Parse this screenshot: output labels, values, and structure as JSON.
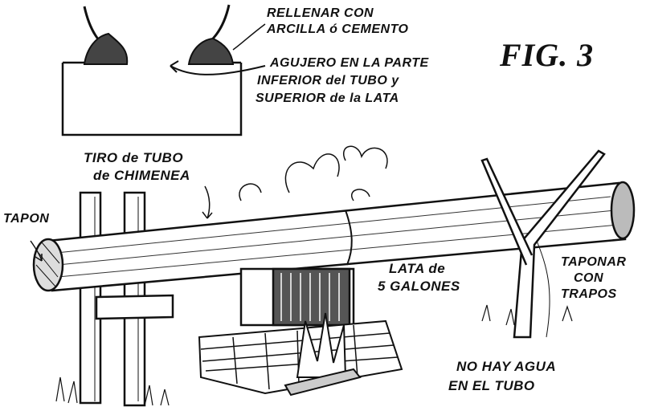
{
  "figure": {
    "title": "FIG. 3"
  },
  "labels": {
    "rellenar_line1": "RELLENAR CON",
    "rellenar_line2": "ARCILLA ó CEMENTO",
    "agujero_line1": "AGUJERO EN LA PARTE",
    "agujero_line2": "INFERIOR del TUBO y",
    "agujero_line3": "SUPERIOR de la LATA",
    "tiro_line1": "TIRO de TUBO",
    "tiro_line2": "de CHIMENEA",
    "tapon": "TAPON",
    "lata_line1": "LATA de",
    "lata_line2": "5 GALONES",
    "taponar_line1": "TAPONAR",
    "taponar_line2": "CON",
    "taponar_line3": "TRAPOS",
    "agua_line1": "NO HAY AGUA",
    "agua_line2": "EN EL TUBO"
  }
}
